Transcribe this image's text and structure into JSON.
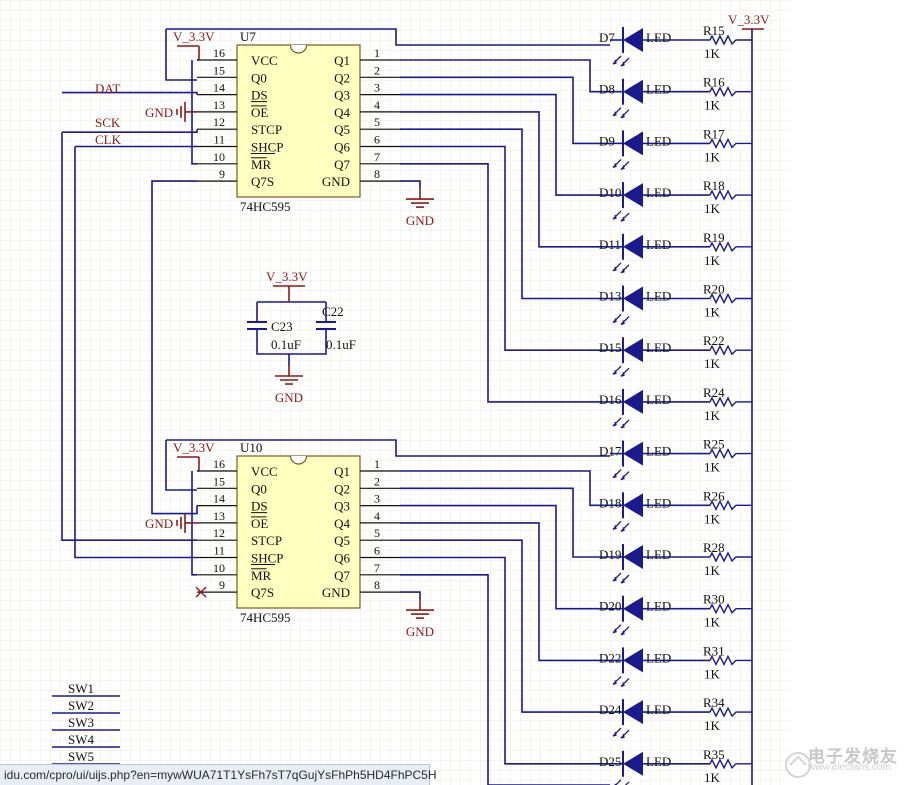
{
  "schematic": {
    "power_label": "V_3.3V",
    "gnd_label": "GND",
    "net_labels": {
      "dat": "DAT",
      "sck": "SCK",
      "clk": "CLK"
    },
    "chips": [
      {
        "ref": "U7",
        "part": "74HC595",
        "left_pins": [
          {
            "num": "16",
            "name": "VCC"
          },
          {
            "num": "15",
            "name": "Q0"
          },
          {
            "num": "14",
            "name": "DS"
          },
          {
            "num": "13",
            "name": "OE"
          },
          {
            "num": "12",
            "name": "STCP"
          },
          {
            "num": "11",
            "name": "SHCP"
          },
          {
            "num": "10",
            "name": "MR"
          },
          {
            "num": "9",
            "name": "Q7S"
          }
        ],
        "right_pins": [
          {
            "num": "1",
            "name": "Q1"
          },
          {
            "num": "2",
            "name": "Q2"
          },
          {
            "num": "3",
            "name": "Q3"
          },
          {
            "num": "4",
            "name": "Q4"
          },
          {
            "num": "5",
            "name": "Q5"
          },
          {
            "num": "6",
            "name": "Q6"
          },
          {
            "num": "7",
            "name": "Q7"
          },
          {
            "num": "8",
            "name": "GND"
          }
        ]
      },
      {
        "ref": "U10",
        "part": "74HC595",
        "left_pins": [
          {
            "num": "16",
            "name": "VCC"
          },
          {
            "num": "15",
            "name": "Q0"
          },
          {
            "num": "14",
            "name": "DS"
          },
          {
            "num": "13",
            "name": "OE"
          },
          {
            "num": "12",
            "name": "STCP"
          },
          {
            "num": "11",
            "name": "SHCP"
          },
          {
            "num": "10",
            "name": "MR"
          },
          {
            "num": "9",
            "name": "Q7S"
          }
        ],
        "right_pins": [
          {
            "num": "1",
            "name": "Q1"
          },
          {
            "num": "2",
            "name": "Q2"
          },
          {
            "num": "3",
            "name": "Q3"
          },
          {
            "num": "4",
            "name": "Q4"
          },
          {
            "num": "5",
            "name": "Q5"
          },
          {
            "num": "6",
            "name": "Q6"
          },
          {
            "num": "7",
            "name": "Q7"
          },
          {
            "num": "8",
            "name": "GND"
          }
        ]
      }
    ],
    "capacitors": [
      {
        "ref": "C23",
        "value": "0.1uF"
      },
      {
        "ref": "C22",
        "value": "0.1uF"
      }
    ],
    "led_label": "LED",
    "resistor_value": "1K",
    "led_rows": [
      {
        "diode": "D7",
        "resistor": "R15"
      },
      {
        "diode": "D8",
        "resistor": "R16"
      },
      {
        "diode": "D9",
        "resistor": "R17"
      },
      {
        "diode": "D10",
        "resistor": "R18"
      },
      {
        "diode": "D11",
        "resistor": "R19"
      },
      {
        "diode": "D13",
        "resistor": "R20"
      },
      {
        "diode": "D15",
        "resistor": "R22"
      },
      {
        "diode": "D16",
        "resistor": "R24"
      },
      {
        "diode": "D17",
        "resistor": "R25"
      },
      {
        "diode": "D18",
        "resistor": "R26"
      },
      {
        "diode": "D19",
        "resistor": "R28"
      },
      {
        "diode": "D20",
        "resistor": "R30"
      },
      {
        "diode": "D22",
        "resistor": "R31"
      },
      {
        "diode": "D24",
        "resistor": "R34"
      },
      {
        "diode": "D25",
        "resistor": "R35"
      }
    ],
    "switch_labels": [
      "SW1",
      "SW2",
      "SW3",
      "SW4",
      "SW5"
    ],
    "colors": {
      "wire": "#1a1a8c",
      "label": "#8b1a1a",
      "chip_fill": "#ffffc0",
      "grid": "#ece8dc",
      "diode_fill": "#1a1a8c"
    }
  },
  "status_bar": {
    "url": "idu.com/cpro/ui/uijs.php?en=mywWUA71T1YsFh7sT7qGujYsFhPh5HD4FhPC5H"
  },
  "watermark": {
    "text": "电子发烧友",
    "url": "www.elecfans.com"
  }
}
